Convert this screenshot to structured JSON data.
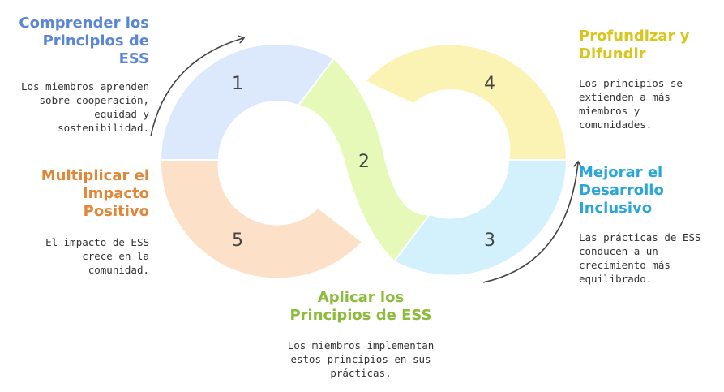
{
  "steps": [
    {
      "number": "1",
      "title": "Comprender los Principios de ESS",
      "title_lines": [
        "Comprender los",
        "Principios de",
        "ESS"
      ],
      "description_lines": [
        "Los miembros aprenden",
        "sobre cooperación,",
        "equidad y",
        "sostenibilidad."
      ],
      "color": "#5b86d6",
      "fill": "#dce8fb"
    },
    {
      "number": "2",
      "title": "Aplicar los Principios de ESS",
      "title_lines": [
        "Aplicar los",
        "Principios de ESS"
      ],
      "description_lines": [
        "Los miembros implementan",
        "estos principios en sus",
        "prácticas."
      ],
      "color": "#8dbb3c",
      "fill": "#e6f9b8"
    },
    {
      "number": "3",
      "title": "Mejorar el Desarrollo Inclusivo",
      "title_lines": [
        "Mejorar el",
        "Desarrollo",
        "Inclusivo"
      ],
      "description_lines": [
        "Las prácticas de ESS",
        "conducen a un",
        "crecimiento más",
        "equilibrado."
      ],
      "color": "#2aa7d8",
      "fill": "#d3f1fc"
    },
    {
      "number": "4",
      "title": "Profundizar y Difundir",
      "title_lines": [
        "Profundizar y",
        "Difundir"
      ],
      "description_lines": [
        "Los principios se",
        "extienden a más",
        "miembros y",
        "comunidades."
      ],
      "color": "#d9c51d",
      "fill": "#fbf3b3"
    },
    {
      "number": "5",
      "title": "Multiplicar el Impacto Positivo",
      "title_lines": [
        "Multiplicar el",
        "Impacto",
        "Positivo"
      ],
      "description_lines": [
        "El impacto de ESS",
        "crece en la",
        "comunidad."
      ],
      "color": "#e0873a",
      "fill": "#fde0c8"
    }
  ],
  "colors": {
    "arrow": "#444444",
    "text": "#333333"
  }
}
